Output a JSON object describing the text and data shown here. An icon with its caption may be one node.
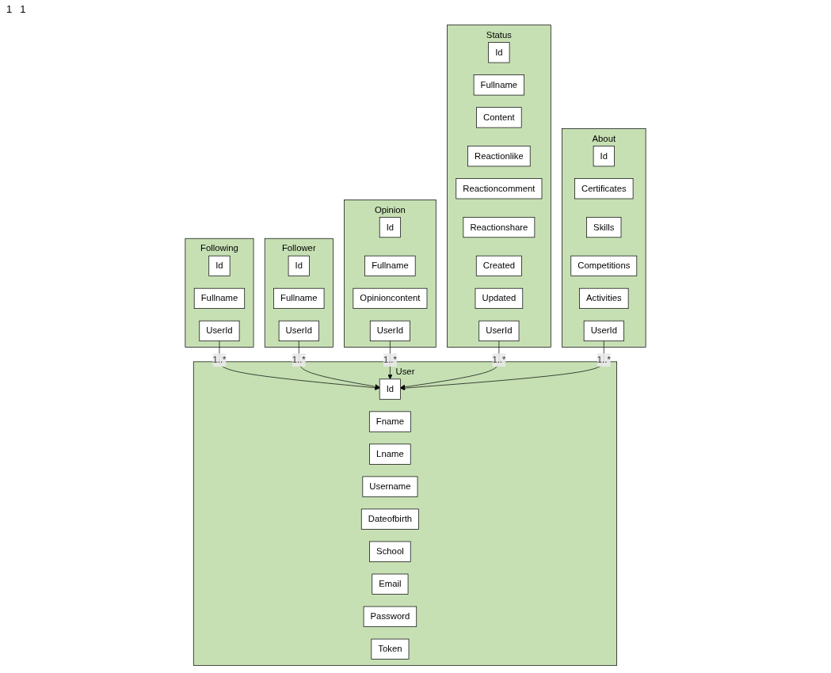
{
  "diagram": {
    "nodes": [
      {
        "text": [
          "Following"
        ]
      },
      {
        "text": [
          "Id"
        ],
        "in": 0
      },
      {
        "text": [
          "Fullname"
        ],
        "in": 0
      },
      {
        "text": [
          "UserId"
        ],
        "in": 0
      },
      {
        "text": [
          "User"
        ]
      },
      {
        "text": [
          "Id"
        ],
        "in": 4
      },
      {
        "text": [
          "Fname"
        ],
        "in": 4
      },
      {
        "text": [
          "Lname"
        ],
        "in": 4
      },
      {
        "text": [
          "Username"
        ],
        "in": 4
      },
      {
        "text": [
          "Dateofbirth"
        ],
        "in": 4
      },
      {
        "text": [
          "School"
        ],
        "in": 4
      },
      {
        "text": [
          "Email"
        ],
        "in": 4
      },
      {
        "text": [
          "Password"
        ],
        "in": 4
      },
      {
        "text": [
          "Token"
        ],
        "in": 4
      },
      {
        "text": [
          "Status"
        ]
      },
      {
        "text": [
          "Id"
        ],
        "in": 14
      },
      {
        "text": [
          "Fullname"
        ],
        "in": 14
      },
      {
        "text": [
          "Content"
        ],
        "in": 14
      },
      {
        "text": [
          "Reactionlike"
        ],
        "in": 14
      },
      {
        "text": [
          "Reactioncomment"
        ],
        "in": 14
      },
      {
        "text": [
          "Reactionshare"
        ],
        "in": 14
      },
      {
        "text": [
          "Created"
        ],
        "in": 14
      },
      {
        "text": [
          "Updated"
        ],
        "in": 14
      },
      {
        "text": [
          "UserId"
        ],
        "in": 14
      },
      {
        "text": [
          "Follower"
        ]
      },
      {
        "text": [
          "Id"
        ],
        "in": 24
      },
      {
        "text": [
          "Fullname"
        ],
        "in": 24
      },
      {
        "text": [
          "UserId"
        ],
        "in": 24
      },
      {
        "text": [
          "Opinion"
        ]
      },
      {
        "text": [
          "Id"
        ],
        "in": 28
      },
      {
        "text": [
          "Fullname"
        ],
        "in": 28
      },
      {
        "text": [
          "Opinioncontent"
        ],
        "in": 28
      },
      {
        "text": [
          "UserId"
        ],
        "in": 28
      },
      {
        "text": [
          "About"
        ]
      },
      {
        "text": [
          "Id"
        ],
        "in": 33
      },
      {
        "text": [
          "Certificates"
        ],
        "in": 33
      },
      {
        "text": [
          "Skills"
        ],
        "in": 33
      },
      {
        "text": [
          "Competitions"
        ],
        "in": 33
      },
      {
        "text": [
          "Activities"
        ],
        "in": 33
      },
      {
        "text": [
          "UserId"
        ],
        "in": 33
      }
    ],
    "edges": [
      {
        "from": 3,
        "to": 5,
        "arrow": "to",
        "label": "1..*"
      },
      {
        "from": 27,
        "to": 5,
        "arrow": "to",
        "label": "1..*"
      },
      {
        "from": 32,
        "to": 5,
        "arrow": "to",
        "label": "1..*"
      },
      {
        "from": 23,
        "to": 5,
        "arrow": "to",
        "label": "1..*"
      },
      {
        "from": 39,
        "to": 5,
        "arrow": "to",
        "label": "1..*"
      }
    ],
    "labels": [
      "1",
      "1"
    ]
  }
}
